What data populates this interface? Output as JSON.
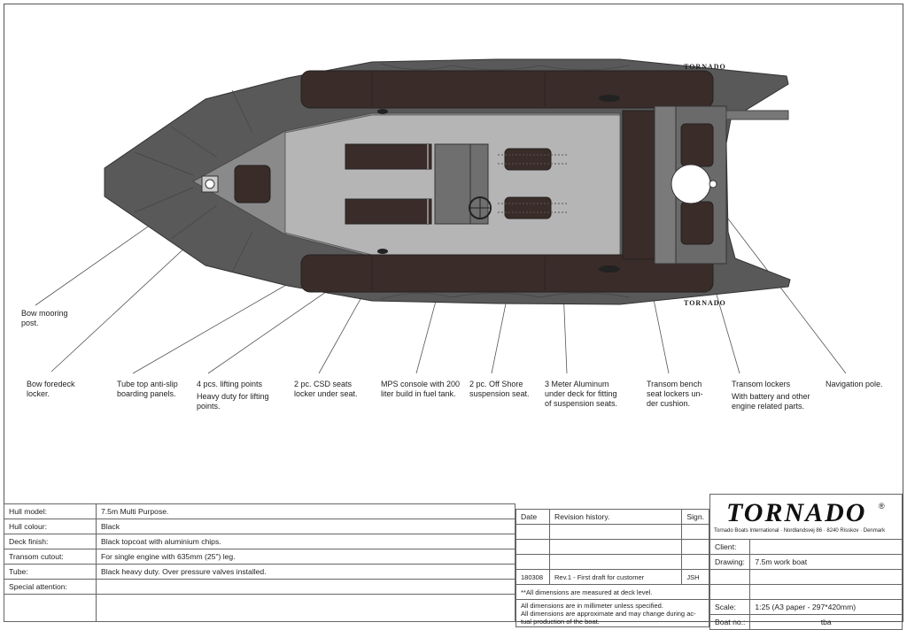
{
  "callouts": [
    {
      "id": "bow-mooring",
      "lines": [
        "Bow mooring",
        "post."
      ]
    },
    {
      "id": "bow-foredeck",
      "lines": [
        "Bow foredeck",
        "locker."
      ]
    },
    {
      "id": "tube-top",
      "lines": [
        "Tube top anti-slip",
        "boarding panels."
      ]
    },
    {
      "id": "lifting",
      "lines": [
        "4 pcs. lifting points",
        "Heavy duty for lifting",
        "points."
      ]
    },
    {
      "id": "csd-seats",
      "lines": [
        "2 pc. CSD seats",
        "locker under seat."
      ]
    },
    {
      "id": "mps-console",
      "lines": [
        "MPS console with 200",
        "liter build in fuel tank."
      ]
    },
    {
      "id": "offshore",
      "lines": [
        "2 pc. Off Shore",
        "suspension seat."
      ]
    },
    {
      "id": "aluminum",
      "lines": [
        "3 Meter Aluminum",
        "under deck for fitting",
        "of suspension seats."
      ]
    },
    {
      "id": "transom-bench",
      "lines": [
        "Transom bench",
        "seat lockers un-",
        "der cushion."
      ]
    },
    {
      "id": "transom-lockers",
      "lines": [
        "Transom lockers",
        "With  battery and other",
        "engine related parts."
      ]
    },
    {
      "id": "nav-pole",
      "lines": [
        "Navigation pole."
      ]
    }
  ],
  "hull_brand": "TORNADO",
  "specs": [
    {
      "label": "Hull model:",
      "value": "7.5m Multi Purpose."
    },
    {
      "label": "Hull colour:",
      "value": "Black"
    },
    {
      "label": "Deck finish:",
      "value": "Black topcoat with aluminium chips."
    },
    {
      "label": "Transom cutout:",
      "value": "For single engine with 635mm (25\") leg."
    },
    {
      "label": "Tube:",
      "value": "Black heavy duty. Over pressure valves installed."
    },
    {
      "label": "Special attention:",
      "value": ""
    }
  ],
  "revision": {
    "headers": {
      "date": "Date",
      "history": "Revision history.",
      "sign": "Sign."
    },
    "rows": [
      {
        "date": "",
        "history": "",
        "sign": ""
      },
      {
        "date": "",
        "history": "",
        "sign": ""
      },
      {
        "date": "",
        "history": "",
        "sign": ""
      },
      {
        "date": "180308",
        "history": "Rev.1 - First draft for customer",
        "sign": "JSH"
      }
    ],
    "note1": "**All dimensions are measured at deck level.",
    "note2_lines": [
      "All dimensions are in millimeter unless specified.",
      "All dimensions are approximate and may change during ac-",
      "tual production of the boat."
    ]
  },
  "logo": {
    "text": "TORNADO",
    "registered": "®",
    "address": "Tornado Boats International · Nordlandsvej 86 · 8240 Risskov · Denmark"
  },
  "info": [
    {
      "label": "Client:",
      "value": ""
    },
    {
      "label": "Drawing:",
      "value": "7.5m work boat"
    },
    {
      "label": "",
      "value": ""
    },
    {
      "label": "",
      "value": ""
    },
    {
      "label": "Scale:",
      "value": "1:25      (A3 paper - 297*420mm)"
    },
    {
      "label": "Boat no.:",
      "value": "tba"
    }
  ],
  "colors": {
    "tube": "#595959",
    "deck": "#b5b5b5",
    "cushion": "#3a2c28",
    "line": "#555555"
  }
}
